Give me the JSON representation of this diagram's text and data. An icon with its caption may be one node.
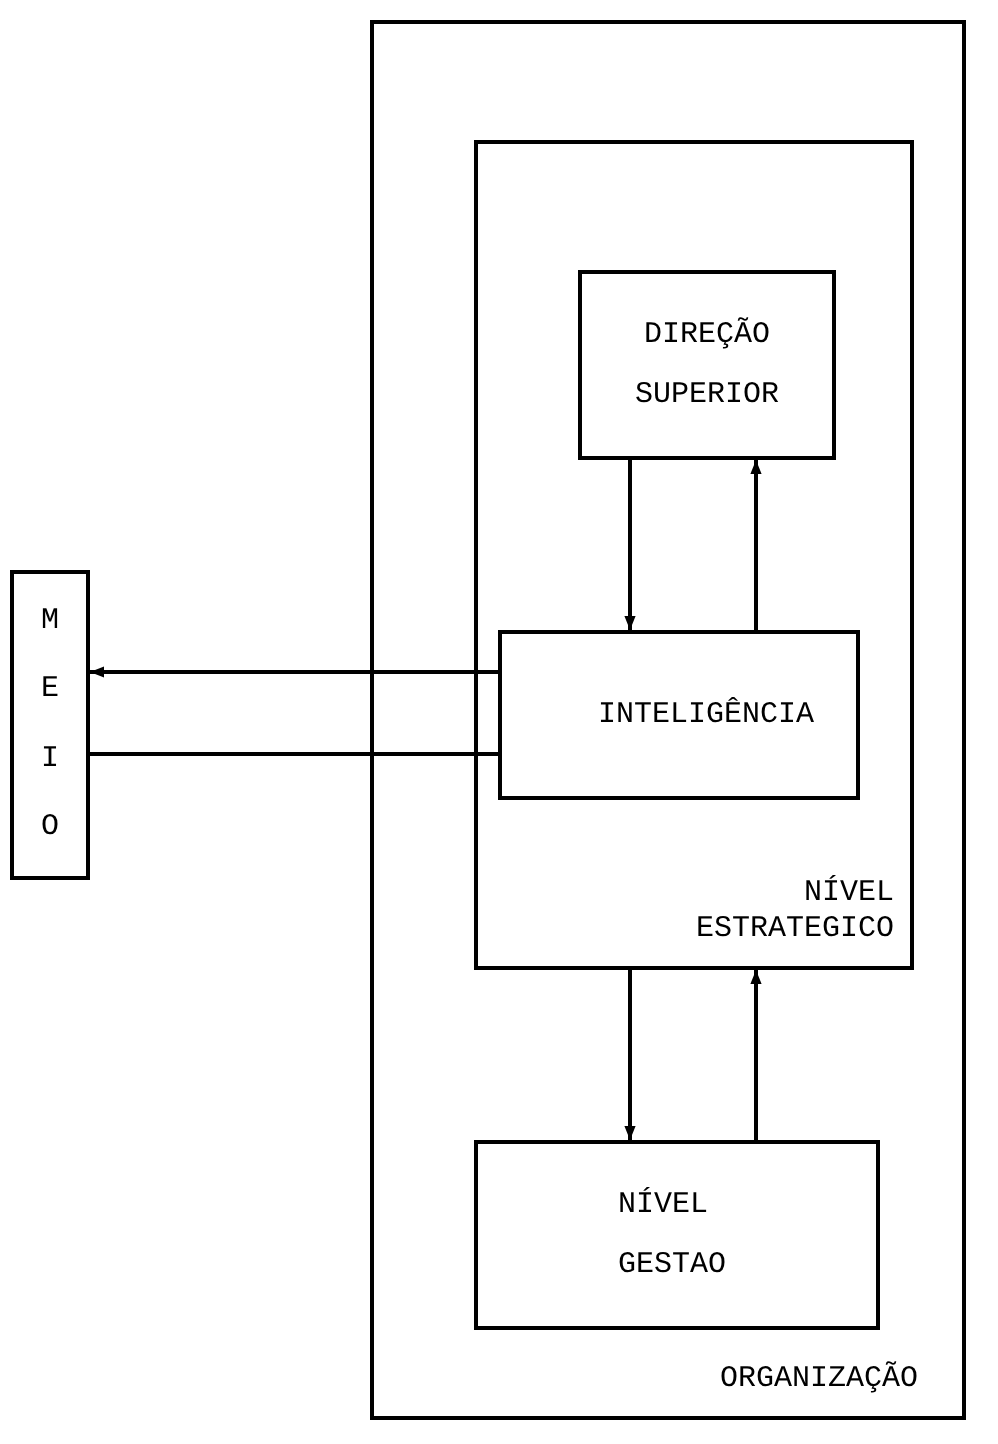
{
  "diagram": {
    "nodes": [
      {
        "text": [
          "ORGANIZAÇÃO"
        ]
      },
      {
        "text": [
          "NÍVEL ESTRATEGICO"
        ],
        "in": 0
      },
      {
        "text": [
          "DIREÇÃO SUPERIOR"
        ],
        "in": 1
      },
      {
        "text": [
          "INTELIGÊNCIA"
        ],
        "in": 1
      },
      {
        "text": [
          "MEIO"
        ]
      },
      {
        "text": [
          "NÍVEL GESTAO"
        ],
        "in": 0
      }
    ],
    "edges": [
      {
        "from": 2,
        "to": 3,
        "arrow": "to"
      },
      {
        "from": 3,
        "to": 2,
        "arrow": "to"
      },
      {
        "from": 3,
        "to": 4,
        "arrow": "to"
      },
      {
        "from": 4,
        "to": 3,
        "arrow": "none"
      },
      {
        "from": 1,
        "to": 5,
        "arrow": "to"
      },
      {
        "from": 5,
        "to": 1,
        "arrow": "to"
      }
    ]
  }
}
